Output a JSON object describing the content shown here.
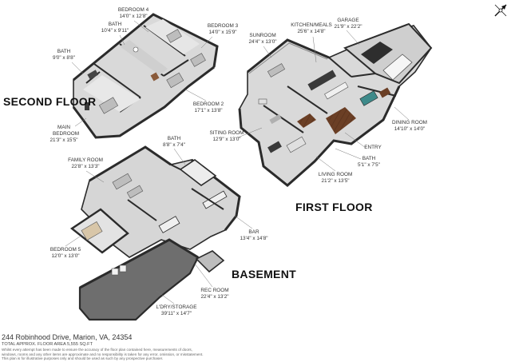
{
  "floors": {
    "second": "SECOND FLOOR",
    "first": "FIRST FLOOR",
    "basement": "BASEMENT"
  },
  "rooms": {
    "bedroom4": {
      "name": "BEDROOM 4",
      "dims": "14'0\" x 12'8\""
    },
    "bath_up_a": {
      "name": "BATH",
      "dims": "10'4\" x 9'11\""
    },
    "bedroom3": {
      "name": "BEDROOM 3",
      "dims": "14'0\" x 15'9\""
    },
    "bath_up_b": {
      "name": "BATH",
      "dims": "9'0\" x 8'8\""
    },
    "bedroom2": {
      "name": "BEDROOM 2",
      "dims": "17'1\" x 13'8\""
    },
    "main_bedroom": {
      "name": "MAIN BEDROOM",
      "dims": "21'3\" x 15'5\""
    },
    "sunroom": {
      "name": "SUNROOM",
      "dims": "24'4\" x 13'0\""
    },
    "kitchen": {
      "name": "KITCHEN/MEALS",
      "dims": "25'6\" x 14'8\""
    },
    "garage": {
      "name": "GARAGE",
      "dims": "21'9\" x 22'2\""
    },
    "dining": {
      "name": "DINING ROOM",
      "dims": "14'10\" x 14'0\""
    },
    "sitting": {
      "name": "SITING ROOM",
      "dims": "12'9\" x 13'0\""
    },
    "entry": {
      "name": "ENTRY",
      "dims": ""
    },
    "bath_first": {
      "name": "BATH",
      "dims": "5'1\" x 7'5\""
    },
    "living": {
      "name": "LIVING ROOM",
      "dims": "21'2\" x 13'5\""
    },
    "bath_base": {
      "name": "BATH",
      "dims": "8'8\" x 7'4\""
    },
    "family": {
      "name": "FAMILY ROOM",
      "dims": "22'8\" x 13'3\""
    },
    "bar": {
      "name": "BAR",
      "dims": "13'4\" x 14'8\""
    },
    "bedroom5": {
      "name": "BEDROOM 5",
      "dims": "12'0\" x 13'0\""
    },
    "rec": {
      "name": "REC ROOM",
      "dims": "22'4\" x 13'2\""
    },
    "laundry": {
      "name": "L'DRY/STORAGE",
      "dims": "39'11\" x 14'7\""
    }
  },
  "footer": {
    "address": "244 Robinhood Drive, Marion, VA, 24354",
    "total_area": "TOTAL APPROX. FLOOR AREA 5,555 SQ.FT",
    "disclaimer_1": "Whilst every attempt has been made to ensure the accuracy of the floor plan contained here, measurements of doors,",
    "disclaimer_2": "windows, rooms and any other items are approximate and no responsibility is taken for any error, omission, or misstatement.",
    "disclaimer_3": "This plan is for illustrative purposes only and should be used as such by any prospective purchaser."
  },
  "colors": {
    "wall": "#2b2b2b",
    "floor": "#dcdcdc",
    "wood": "#6b3f25",
    "basement_floor": "#6e6e6e"
  }
}
